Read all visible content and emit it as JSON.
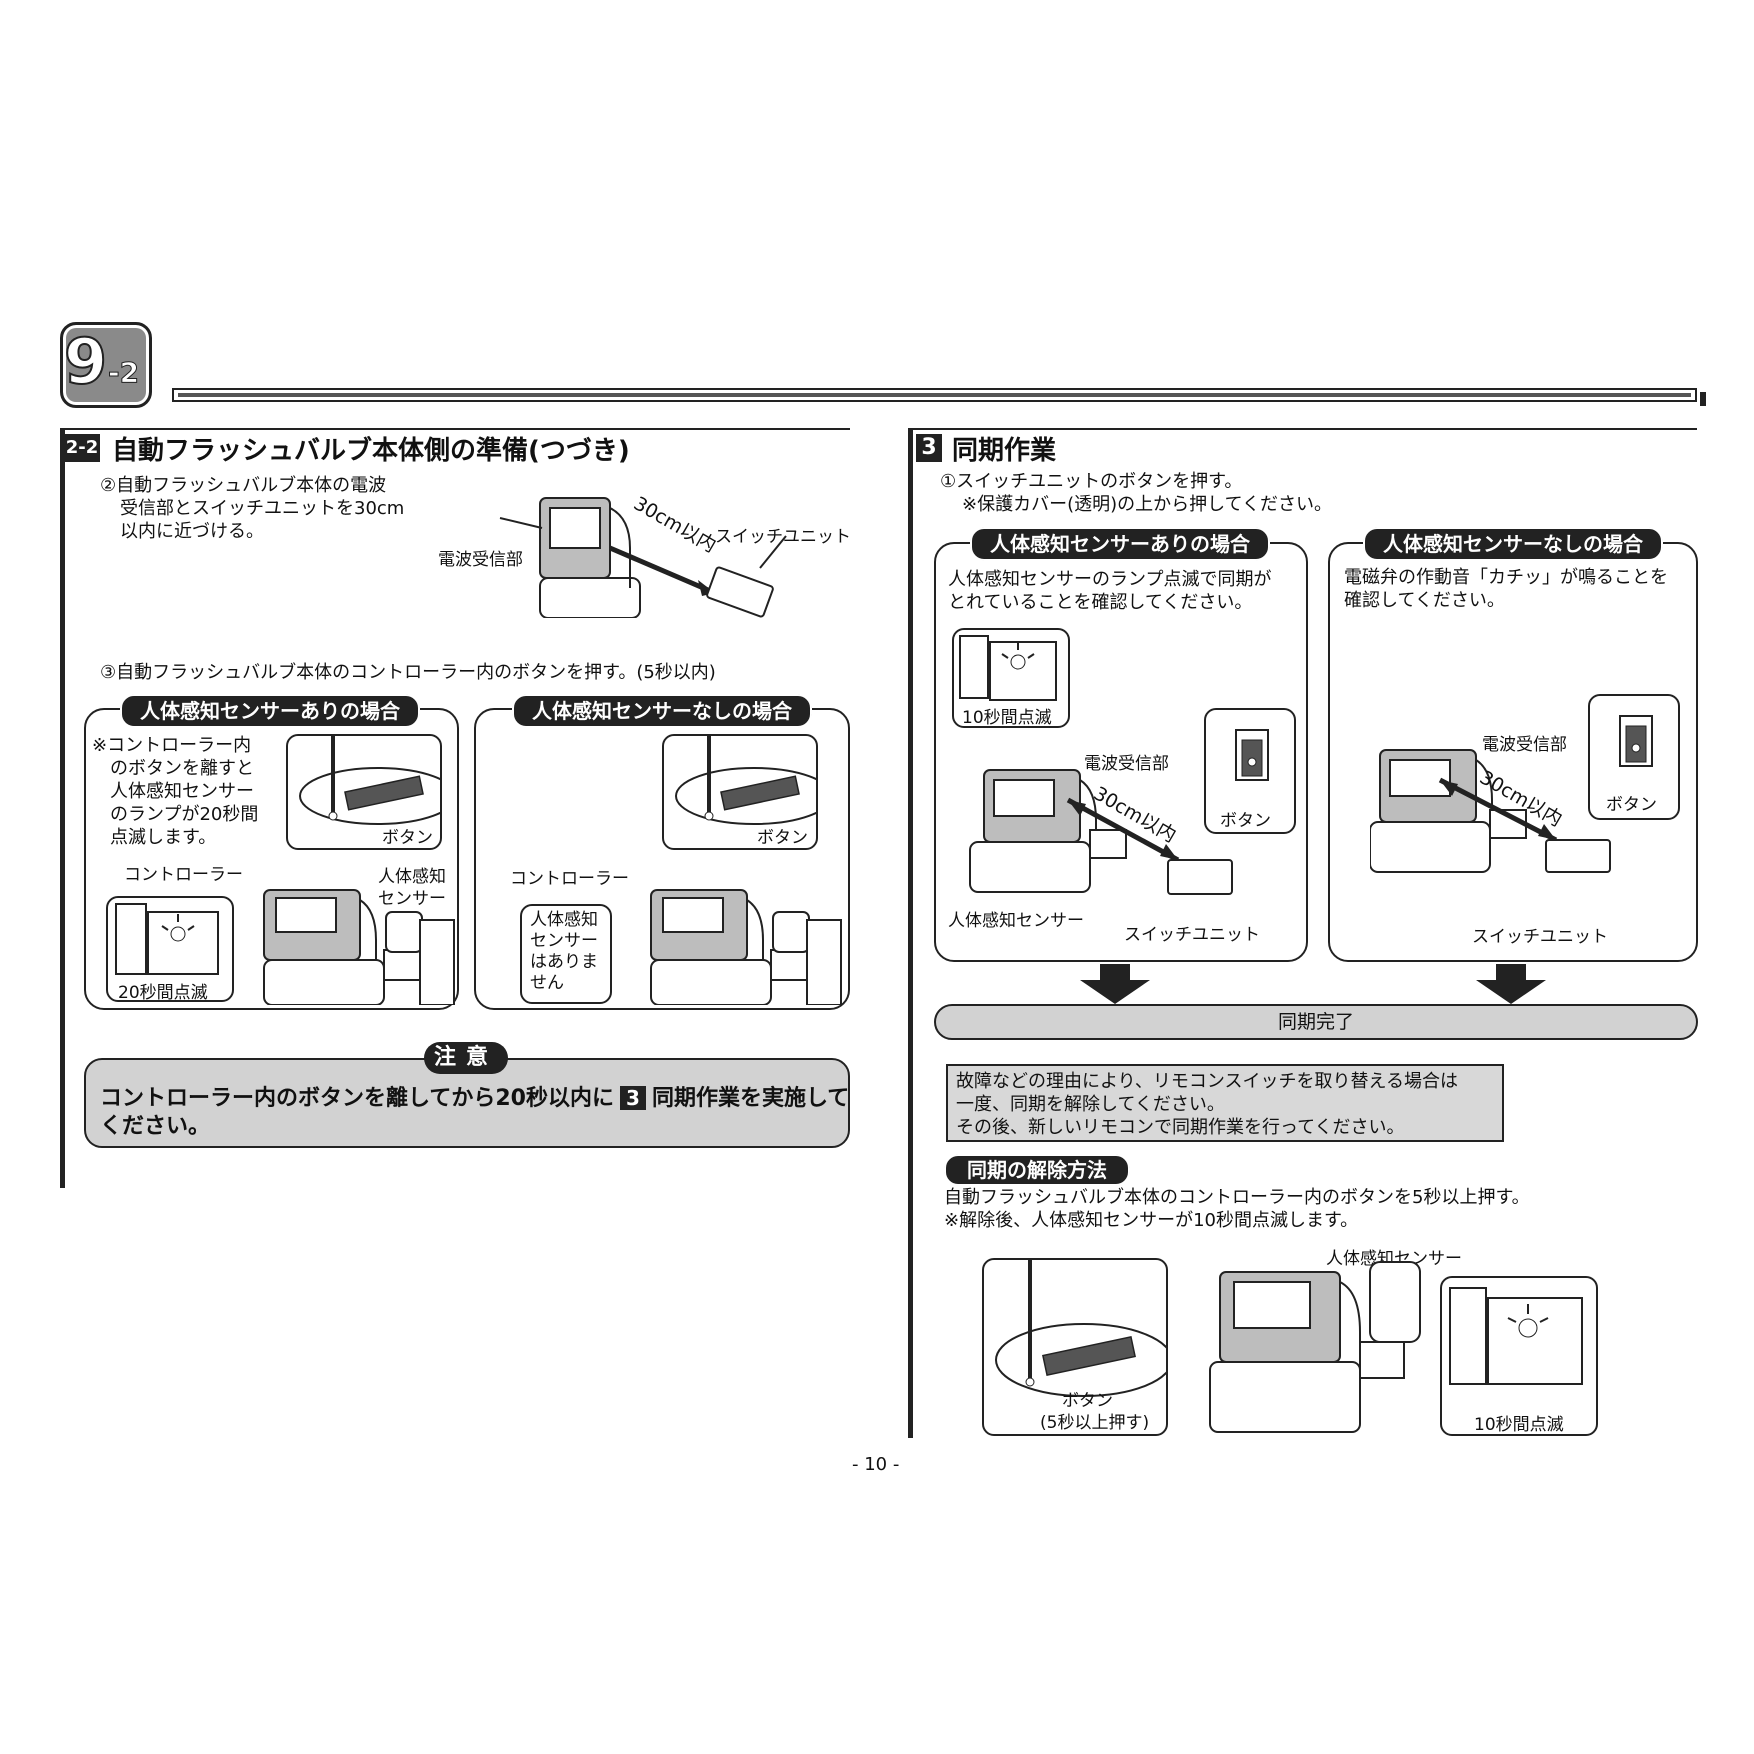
{
  "chapter": {
    "number": "9",
    "sub": "-2"
  },
  "left": {
    "section_num": "2-2",
    "section_title": "自動フラッシュバルブ本体側の準備(つづき)",
    "step2_lines": [
      "②自動フラッシュバルブ本体の電波",
      "受信部とスイッチユニットを30cm",
      "以内に近づける。"
    ],
    "step2_labels": {
      "receiver": "電波受信部",
      "distance": "30cm以内",
      "switch_unit": "スイッチユニット"
    },
    "step3": "③自動フラッシュバルブ本体のコントローラー内のボタンを押す。(5秒以内)",
    "panel_with": {
      "title": "人体感知センサーありの場合",
      "note_lines": [
        "※コントローラー内",
        "のボタンを離すと",
        "人体感知センサー",
        "のランプが20秒間",
        "点滅します。"
      ],
      "button": "ボタン",
      "controller": "コントローラー",
      "sensor": [
        "人体感知",
        "センサー"
      ],
      "blink": "20秒間点滅"
    },
    "panel_without": {
      "title": "人体感知センサーなしの場合",
      "button": "ボタン",
      "controller": "コントローラー",
      "no_sensor": [
        "人体感知",
        "センサー",
        "はありま",
        "せん"
      ]
    },
    "caution": {
      "label": "注意",
      "text_before": "コントローラー内のボタンを離してから20秒以内に",
      "badge": "3",
      "text_after": "同期作業を実施して",
      "text_line2": "ください。"
    }
  },
  "right": {
    "section_num": "3",
    "section_title": "同期作業",
    "step1": "①スイッチユニットのボタンを押す。",
    "step1_note": "※保護カバー(透明)の上から押してください。",
    "panel_with": {
      "title": "人体感知センサーありの場合",
      "desc_lines": [
        "人体感知センサーのランプ点滅で同期が",
        "とれていることを確認してください。"
      ],
      "blink": "10秒間点滅",
      "receiver": "電波受信部",
      "distance": "30cm以内",
      "button": "ボタン",
      "sensor": "人体感知センサー",
      "switch_unit": "スイッチユニット"
    },
    "panel_without": {
      "title": "人体感知センサーなしの場合",
      "desc_lines": [
        "電磁弁の作動音「カチッ」が鳴ることを",
        "確認してください。"
      ],
      "receiver": "電波受信部",
      "distance": "30cm以内",
      "button": "ボタン",
      "switch_unit": "スイッチユニット"
    },
    "done": "同期完了",
    "note_lines": [
      "故障などの理由により、リモコンスイッチを取り替える場合は",
      "一度、同期を解除してください。",
      "その後、新しいリモコンで同期作業を行ってください。"
    ],
    "release": {
      "title": "同期の解除方法",
      "line1": "自動フラッシュバルブ本体のコントローラー内のボタンを5秒以上押す。",
      "line2": "※解除後、人体感知センサーが10秒間点滅します。",
      "sensor": "人体感知センサー",
      "button": "ボタン",
      "press": "(5秒以上押す)",
      "blink": "10秒間点滅"
    }
  },
  "page_number": "- 10 -"
}
